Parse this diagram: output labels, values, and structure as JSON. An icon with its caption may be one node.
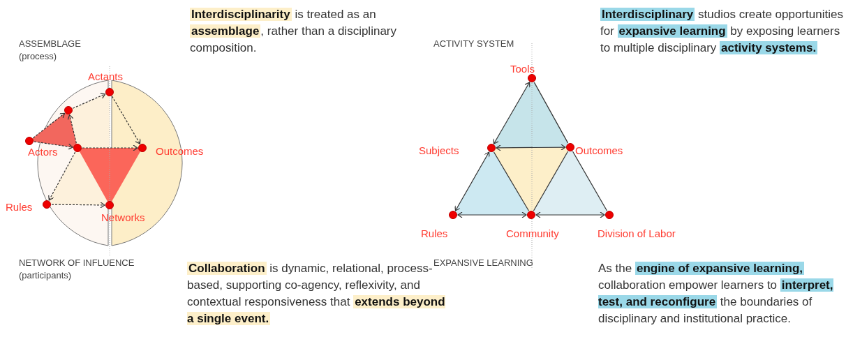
{
  "diagram": {
    "nodes": [
      {
        "text": [
          "Actants"
        ]
      },
      {
        "text": [],
        "shape": "circle"
      },
      {
        "text": [],
        "shape": "circle"
      },
      {
        "text": [
          "Actors"
        ]
      },
      {
        "text": [
          "Outcomes"
        ]
      },
      {
        "text": [
          "Rules"
        ]
      },
      {
        "text": [
          "Networks"
        ]
      },
      {
        "text": [
          "Tools"
        ]
      },
      {
        "text": [
          "Subjects"
        ]
      },
      {
        "text": [
          "Outcomes"
        ]
      },
      {
        "text": [
          "Rules"
        ]
      },
      {
        "text": [
          "Community"
        ]
      },
      {
        "text": [
          "Division of Labor"
        ]
      }
    ],
    "edges": [
      {
        "from": 1,
        "to": 0,
        "arrow": "to",
        "style": "dashed"
      },
      {
        "from": 0,
        "to": 4,
        "arrow": "to",
        "style": "dashed"
      },
      {
        "from": 2,
        "to": 1,
        "arrow": "to",
        "style": "dashed"
      },
      {
        "from": 2,
        "to": 3,
        "arrow": "to",
        "style": "dashed"
      },
      {
        "from": 3,
        "to": 1,
        "arrow": "to",
        "style": "dashed"
      },
      {
        "from": 3,
        "to": 4,
        "arrow": "to",
        "style": "dashed"
      },
      {
        "from": 3,
        "to": 5,
        "arrow": "to",
        "style": "dashed"
      },
      {
        "from": 5,
        "to": 6,
        "arrow": "to",
        "style": "dashed"
      },
      {
        "from": 8,
        "to": 7,
        "arrow": "both"
      },
      {
        "from": 7,
        "to": 9,
        "arrow": "none"
      },
      {
        "from": 8,
        "to": 9,
        "arrow": "both"
      },
      {
        "from": 10,
        "to": 8,
        "arrow": "both"
      },
      {
        "from": 10,
        "to": 11,
        "arrow": "both"
      },
      {
        "from": 11,
        "to": 12,
        "arrow": "both"
      },
      {
        "from": 8,
        "to": 11,
        "arrow": "none"
      },
      {
        "from": 11,
        "to": 9,
        "arrow": "none"
      },
      {
        "from": 9,
        "to": 12,
        "arrow": "none"
      }
    ],
    "labels": [
      "**Interdisciplinarity** is treated as an **assemblage**, rather than a disciplinary composition.",
      "**Interdisciplinary** studios create opportunities for **expansive learning** by exposing learners to multiple disciplinary **activity systems.**",
      "ASSEMBLAGE",
      "(process)",
      "ACTIVITY SYSTEM",
      "NETWORK OF INFLUENCE",
      "(participants)",
      "EXPANSIVE LEARNING",
      "**Collaboration** is dynamic, relational, process-based, supporting co-agency, reflexivity, and contextual responsiveness that **extends beyond a single event.**",
      "As the **engine of expansive learning,** collaboration empower learners to **interpret, test, and reconfigure** the boundaries of disciplinary and institutional practice."
    ]
  }
}
